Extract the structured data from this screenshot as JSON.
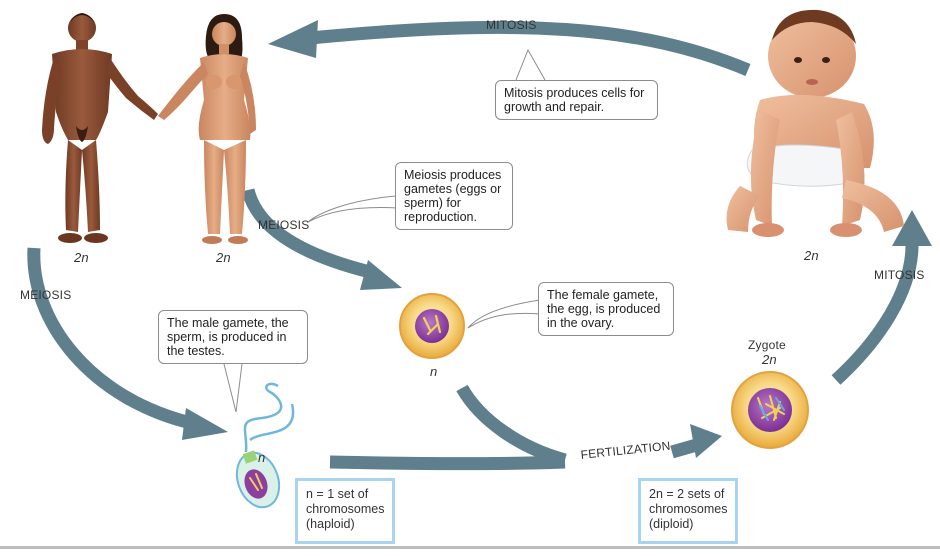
{
  "cycle": {
    "labels": {
      "mitosis_top": "MITOSIS",
      "mitosis_right": "MITOSIS",
      "meiosis_left": "MEIOSIS",
      "meiosis_center": "MEIOSIS",
      "fertilization": "FERTILIZATION"
    },
    "ploidy": {
      "male": "2n",
      "female": "2n",
      "baby": "2n",
      "egg": "n",
      "sperm": "n",
      "zygote_title": "Zygote",
      "zygote": "2n"
    }
  },
  "callouts": {
    "mitosis": [
      "Mitosis produces cells for",
      "growth and repair."
    ],
    "meiosis": [
      "Meiosis produces",
      "gametes (eggs or",
      "sperm) for",
      "reproduction."
    ],
    "female_gamete": [
      "The female gamete,",
      "the egg, is produced",
      "in the ovary."
    ],
    "male_gamete": [
      "The male gamete, the",
      "sperm, is produced in",
      "the testes."
    ]
  },
  "info_boxes": {
    "haploid": [
      "n = 1 set of",
      "chromosomes",
      "(haploid)"
    ],
    "diploid": [
      "2n = 2 sets of",
      "chromosomes",
      "(diploid)"
    ]
  },
  "colors": {
    "arrow": "#5f7f8c",
    "skin_male": "#8a4f34",
    "skin_female": "#d79a73",
    "skin_baby": "#e4ac8a",
    "egg_yolk": "#f3c25a",
    "nucleus": "#8d3fa0",
    "info_border": "#a9d3ee"
  }
}
